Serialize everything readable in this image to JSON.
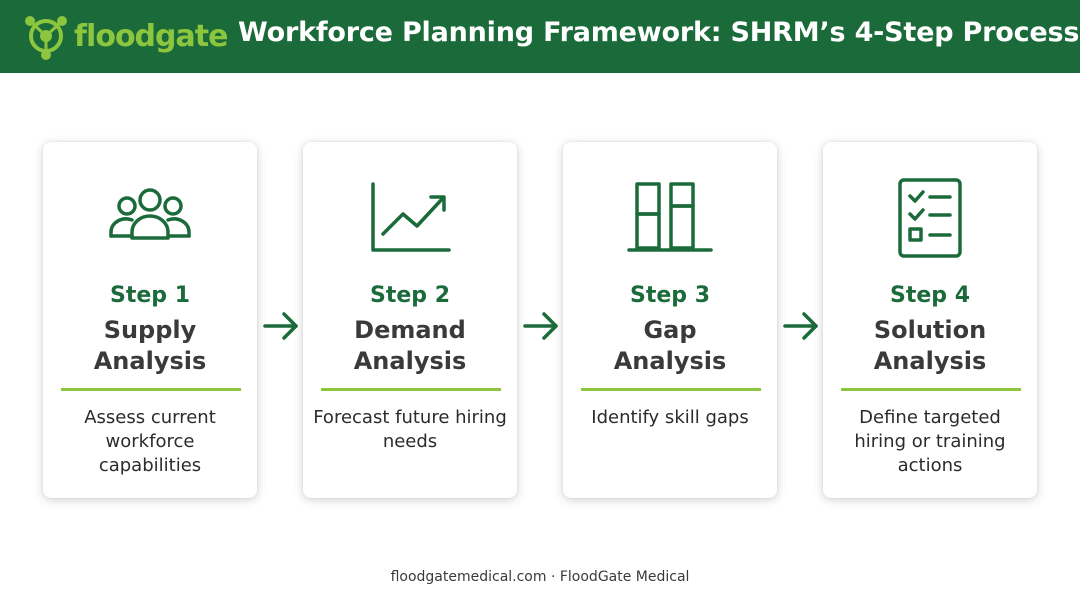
{
  "header": {
    "logo_text": "floodgate",
    "title": "Workforce Planning Framework: SHRM’s 4-Step Process",
    "background": "#1b6b3a",
    "logo_color": "#8cc63f"
  },
  "steps": [
    {
      "step": "Step 1",
      "title_line1": "Supply",
      "title_line2": "Analysis",
      "desc": "Assess current workforce capabilities",
      "icon": "people-group-icon"
    },
    {
      "step": "Step 2",
      "title_line1": "Demand",
      "title_line2": "Analysis",
      "desc": "Forecast future hiring needs",
      "icon": "trend-chart-icon"
    },
    {
      "step": "Step 3",
      "title_line1": "Gap",
      "title_line2": "Analysis",
      "desc": "Identify skill gaps",
      "icon": "bar-gap-icon"
    },
    {
      "step": "Step 4",
      "title_line1": "Solution",
      "title_line2": "Analysis",
      "desc": "Define targeted hiring or training actions",
      "icon": "checklist-icon"
    }
  ],
  "accent_color": "#1b6b3a",
  "rule_color": "#8cc63f",
  "footer": "floodgatemedical.com · FloodGate Medical"
}
